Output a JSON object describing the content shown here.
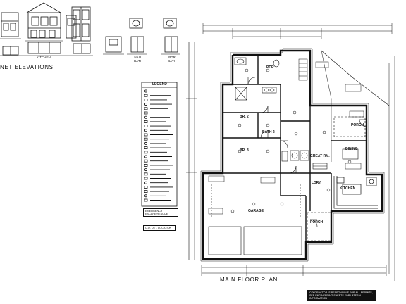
{
  "elevations": {
    "title": "NET ELEVATIONS",
    "kitchen_label": "KITCHEN",
    "hall_bath_label": "HALL BATH",
    "pdr_bath_label": "PDR BATH"
  },
  "plan": {
    "title": "MAIN FLOOR PLAN",
    "stamp_text": "CONTRACTOR IS RESPONSIBLE FOR ALL PERMITS, SEE ENGINEERING SHEETS FOR LATERAL INFORMATION"
  },
  "rooms": {
    "pdr": "PDR.",
    "br2": "BR. 2",
    "br3": "BR. 3",
    "bath2": "BATH 2",
    "great_rm": "GREAT RM.",
    "dining": "DINING",
    "kitchen": "KITCHEN",
    "garage": "GARAGE",
    "porch_top": "PORCH",
    "porch_bottom": "PORCH",
    "laundry": "LDRY"
  },
  "legend": {
    "title": "LEGEND",
    "items": [
      "",
      "",
      "",
      "",
      "",
      "",
      "",
      "",
      "",
      "",
      "",
      "",
      "",
      "",
      "",
      "",
      "",
      "",
      "",
      "",
      "",
      "",
      "",
      "",
      "",
      ""
    ]
  },
  "notes": {
    "box1": "EMERGENCY ESCAPE/RESCUE",
    "box2": "C.O. DET. LOCATION"
  }
}
